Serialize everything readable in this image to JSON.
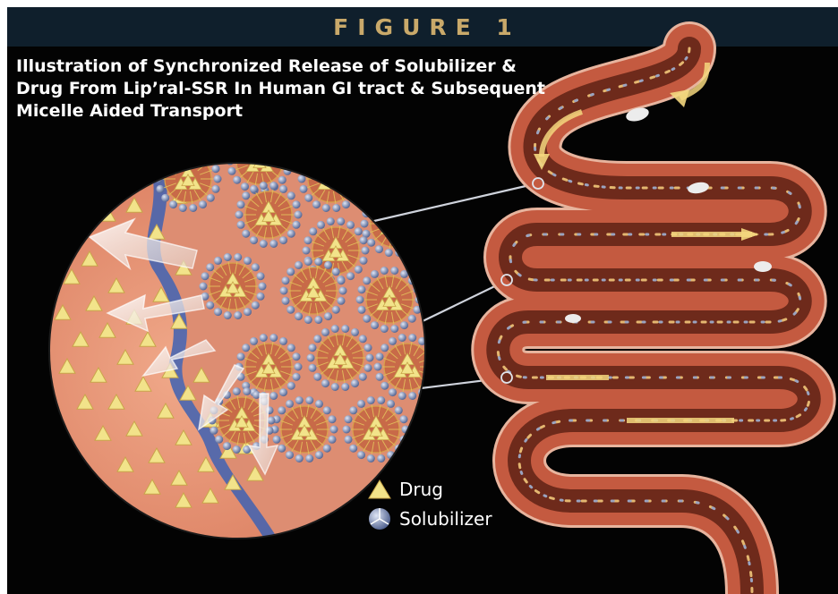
{
  "figure": {
    "banner_label": "FIGURE 1",
    "title_lines": [
      "Illustration of Synchronized Release of Solubilizer &",
      "Drug From Lip’ral-SSR In Human GI tract & Subsequent",
      "Micelle Aided Transport"
    ]
  },
  "legend": {
    "drug_label": "Drug",
    "solubilizer_label": "Solubilizer"
  },
  "colors": {
    "banner_bg": "#0f1f2c",
    "banner_text": "#c9a96a",
    "panel_bg": "#030303",
    "drug_triangle": "#f2e38a",
    "solubilizer_bead": "#7d8fb8",
    "tissue": "#e2886a",
    "membrane_blue": "#3d63b5",
    "intestine_wall": "#b84a35",
    "intestine_lumen": "#5a2418"
  }
}
